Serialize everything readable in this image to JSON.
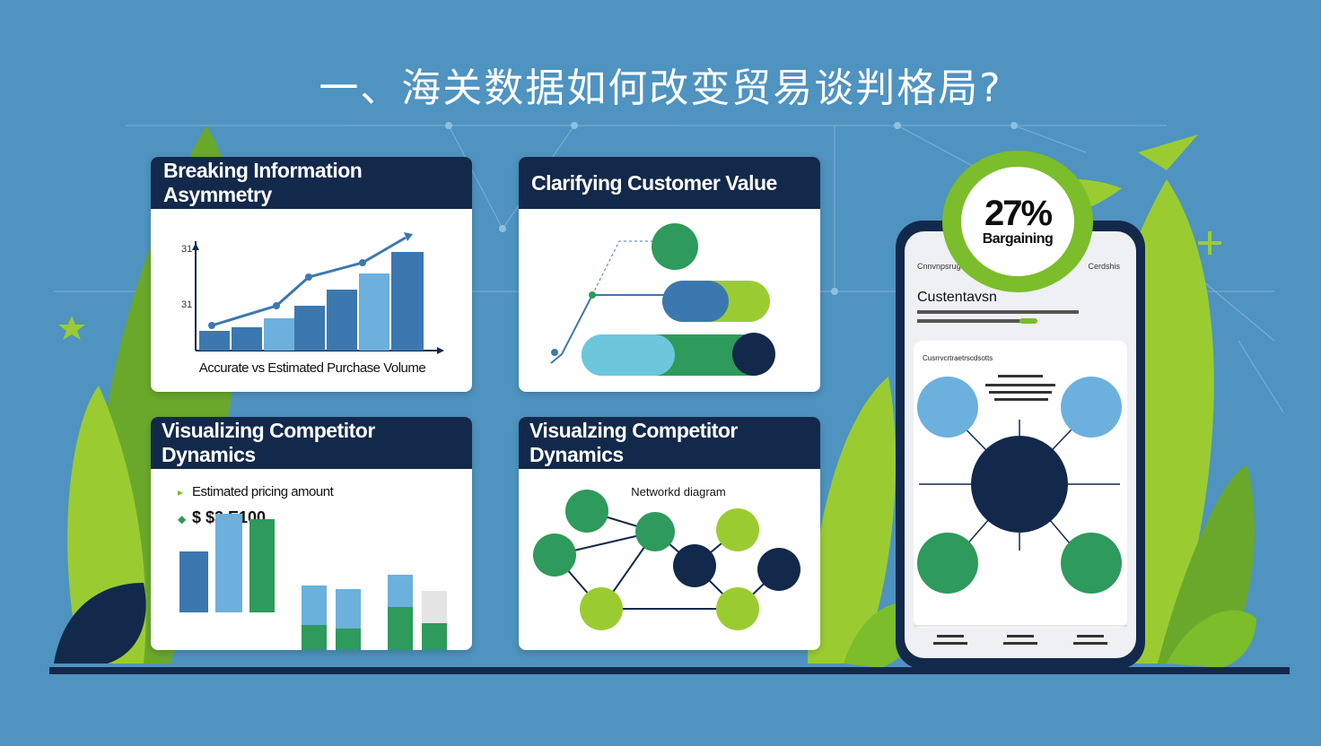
{
  "title": "一、海关数据如何改变贸易谈判格局?",
  "colors": {
    "background": "#4f93c0",
    "navy": "#13294b",
    "lime": "#7bbd2a",
    "green": "#2e9a5c",
    "light_blue": "#6cb0dd",
    "mid_blue": "#3c78b0"
  },
  "cards": {
    "card1": {
      "header": "Breaking Information Asymmetry",
      "y_tick_top": "31",
      "y_tick_mid": "31",
      "caption": "Accurate vs Estimated Purchase Volume"
    },
    "card2": {
      "header": "Clarifying Customer Value"
    },
    "card3": {
      "header": "Visualizing Competitor Dynamics",
      "pricing_label": "Estimated pricing amount",
      "pricing_value": "$ $3,E100"
    },
    "card4": {
      "header": "Visualzing Competitor Dynamics",
      "diagram_label": "Networkd diagram"
    }
  },
  "phone": {
    "badge_value": "27%",
    "badge_label": "Bargaining",
    "screen_title": "Custentavsn",
    "top_left": "Cnnvnpsrugs",
    "top_right": "Cerdshis",
    "section_title": "Cusrrvcrtraetrscdsotts"
  }
}
